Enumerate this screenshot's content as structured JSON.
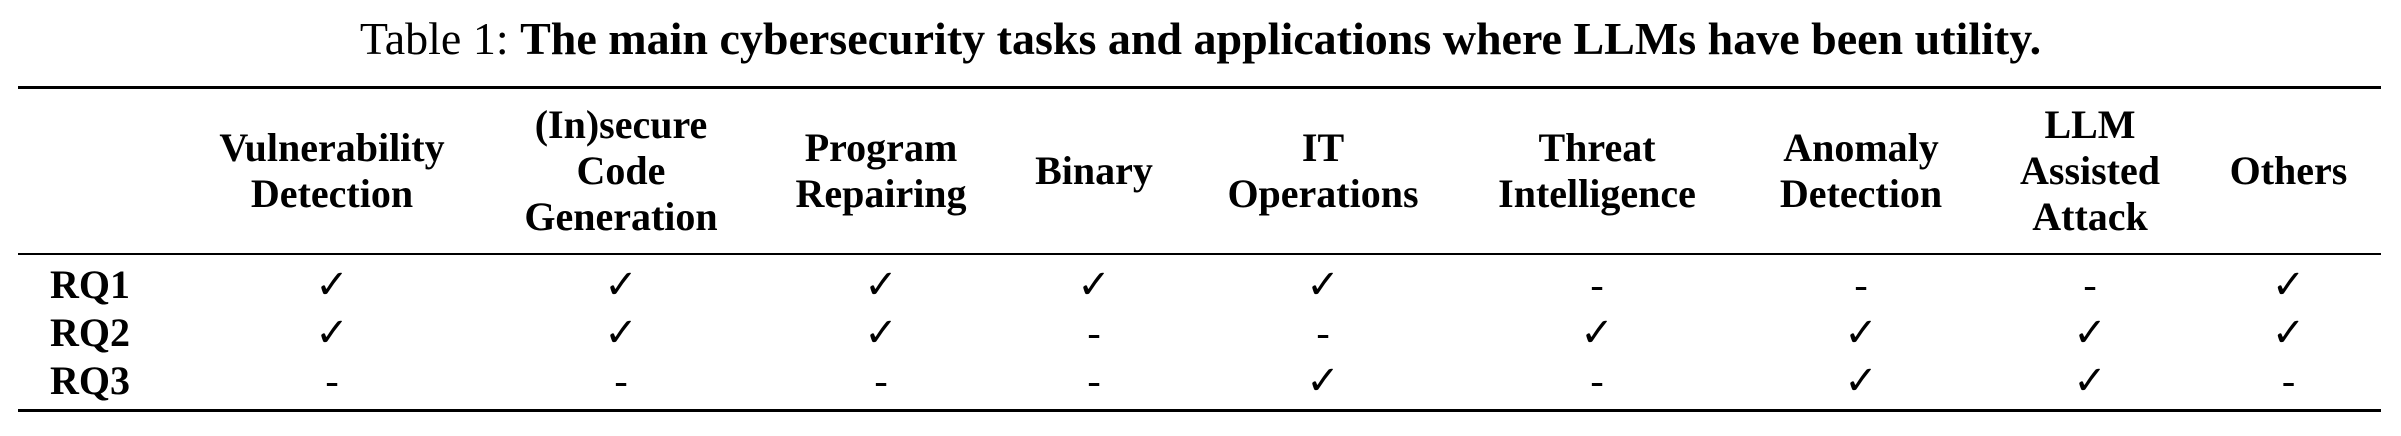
{
  "caption": {
    "prefix": "Table 1: ",
    "title": "The main cybersecurity tasks and applications where LLMs have been utility."
  },
  "table": {
    "columns": [
      [
        "Vulnerability",
        "Detection"
      ],
      [
        "(In)secure",
        "Code",
        "Generation"
      ],
      [
        "Program",
        "Repairing"
      ],
      [
        "Binary"
      ],
      [
        "IT",
        "Operations"
      ],
      [
        "Threat",
        "Intelligence"
      ],
      [
        "Anomaly",
        "Detection"
      ],
      [
        "LLM",
        "Assisted",
        "Attack"
      ],
      [
        "Others"
      ]
    ],
    "rows": [
      {
        "label": "RQ1",
        "cells": [
          "✓",
          "✓",
          "✓",
          "✓",
          "✓",
          "-",
          "-",
          "-",
          "✓"
        ]
      },
      {
        "label": "RQ2",
        "cells": [
          "✓",
          "✓",
          "✓",
          "-",
          "-",
          "✓",
          "✓",
          "✓",
          "✓"
        ]
      },
      {
        "label": "RQ3",
        "cells": [
          "-",
          "-",
          "-",
          "-",
          "✓",
          "-",
          "✓",
          "✓",
          "-"
        ]
      }
    ]
  }
}
